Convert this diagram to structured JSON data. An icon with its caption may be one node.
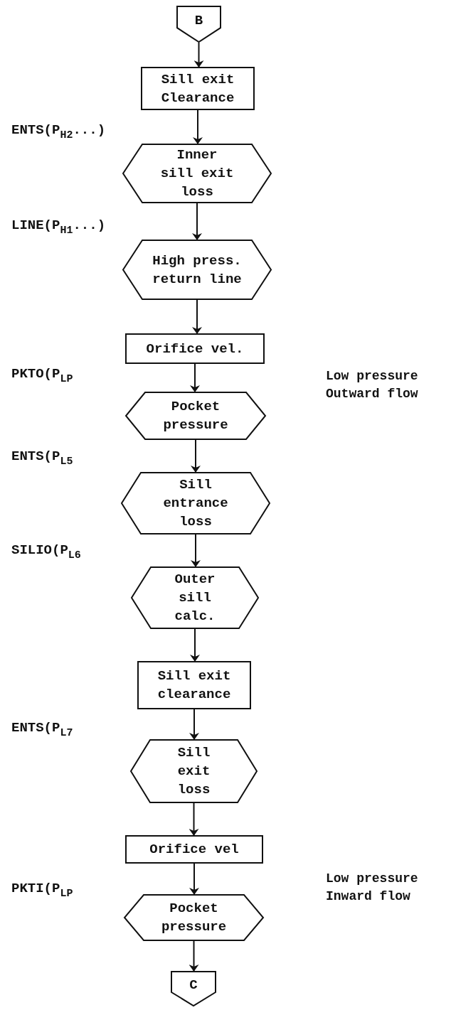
{
  "diagram": {
    "nodes": [
      {
        "text": [
          "B"
        ]
      },
      {
        "text": [
          "Sill exit Clearance"
        ]
      },
      {
        "text": [
          "Inner sill exit loss"
        ]
      },
      {
        "text": [
          "High press. return line"
        ]
      },
      {
        "text": [
          "Orifice vel."
        ]
      },
      {
        "text": [
          "Pocket pressure"
        ]
      },
      {
        "text": [
          "Sill entrance loss"
        ]
      },
      {
        "text": [
          "Outer sill calc."
        ]
      },
      {
        "text": [
          "Sill exit clearance"
        ]
      },
      {
        "text": [
          "Sill exit loss"
        ]
      },
      {
        "text": [
          "Orifice vel"
        ]
      },
      {
        "text": [
          "Pocket pressure"
        ]
      },
      {
        "text": [
          "C"
        ]
      }
    ],
    "edges": [
      {
        "from": 0,
        "to": 1,
        "arrow": "to"
      },
      {
        "from": 1,
        "to": 2,
        "arrow": "to"
      },
      {
        "from": 2,
        "to": 3,
        "arrow": "to"
      },
      {
        "from": 3,
        "to": 4,
        "arrow": "to"
      },
      {
        "from": 4,
        "to": 5,
        "arrow": "to"
      },
      {
        "from": 5,
        "to": 6,
        "arrow": "to"
      },
      {
        "from": 6,
        "to": 7,
        "arrow": "to"
      },
      {
        "from": 7,
        "to": 8,
        "arrow": "to"
      },
      {
        "from": 8,
        "to": 9,
        "arrow": "to"
      },
      {
        "from": 9,
        "to": 10,
        "arrow": "to"
      },
      {
        "from": 10,
        "to": 11,
        "arrow": "to"
      },
      {
        "from": 11,
        "to": 12,
        "arrow": "to"
      }
    ],
    "labels": [
      "ENTS(P$_{H2}$...)",
      "LINE(P$_{H1}$...)",
      "PKTO(P$_{LP}$",
      "Low pressure Outward flow",
      "ENTS(P$_{L5}$",
      "SILIO(P$_{L6}$",
      "ENTS(P$_{L7}$",
      "PKTI(P$_{LP}$",
      "Low pressure Inward flow"
    ]
  }
}
